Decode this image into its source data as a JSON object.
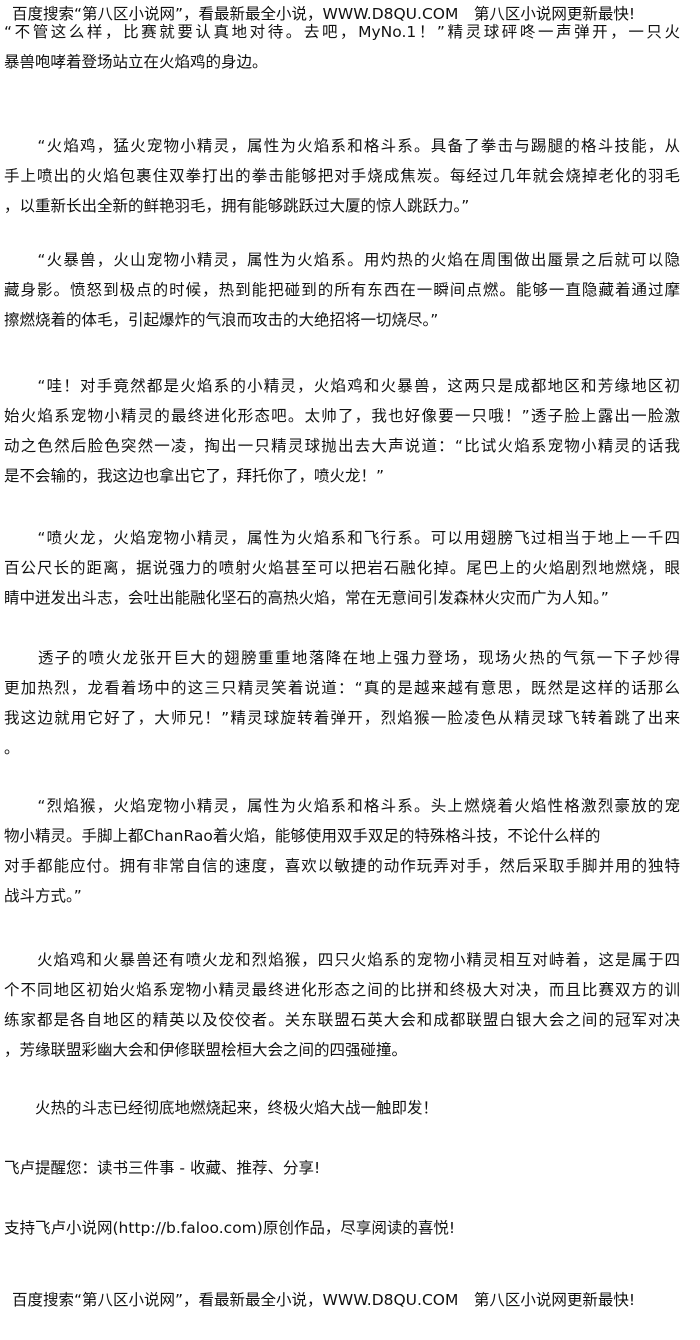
{
  "header_ad": "百度搜索“第八区小说网”，看最新最全小说，WWW.D8QU.COM　第八区小说网更新最快!",
  "paragraphs": [
    {
      "lines": [
        "“不管这么样，比赛就要认真地对待。去吧，MyNo.1！”精灵球砰咚一声弹开，一只火",
        "暴兽咆哮着登场站立在火焰鸡的身边。"
      ]
    },
    {
      "lines": [
        "　　“火焰鸡，猛火宠物小精灵，属性为火焰系和格斗系。具备了拳击与踢腿的格斗技能，从",
        "手上喷出的火焰包裹住双拳打出的拳击能够把对手烧成焦炭。每经过几年就会烧掉老化的羽毛",
        "，以重新长出全新的鲜艳羽毛，拥有能够跳跃过大厦的惊人跳跃力。”"
      ]
    },
    {
      "lines": [
        "　　“火暴兽，火山宠物小精灵，属性为火焰系。用灼热的火焰在周围做出蜃景之后就可以隐",
        "藏身影。愤怒到极点的时候，热到能把碰到的所有东西在一瞬间点燃。能够一直隐藏着通过摩",
        "擦燃烧着的体毛，引起爆炸的气浪而攻击的大绝招将一切烧尽。”"
      ]
    },
    {
      "lines": [
        "　　“哇！对手竟然都是火焰系的小精灵，火焰鸡和火暴兽，这两只是成都地区和芳缘地区初",
        "始火焰系宠物小精灵的最终进化形态吧。太帅了，我也好像要一只哦！”透子脸上露出一脸激",
        "动之色然后脸色突然一凌，掏出一只精灵球抛出去大声说道：“比试火焰系宠物小精灵的话我",
        "是不会输的，我这边也拿出它了，拜托你了，喷火龙！”"
      ]
    },
    {
      "lines": [
        "　　“喷火龙，火焰宠物小精灵，属性为火焰系和飞行系。可以用翅膀飞过相当于地上一千四",
        "百公尺长的距离，据说强力的喷射火焰甚至可以把岩石融化掉。尾巴上的火焰剧烈地燃烧，眼",
        "睛中迸发出斗志，会吐出能融化坚石的高热火焰，常在无意间引发森林火灾而广为人知。”"
      ]
    },
    {
      "lines": [
        "　　透子的喷火龙张开巨大的翅膀重重地落降在地上强力登场，现场火热的气氛一下子炒得",
        "更加热烈，龙看着场中的这三只精灵笑着说道：“真的是越来越有意思，既然是这样的话那么",
        "我这边就用它好了，大师兄！”精灵球旋转着弹开，烈焰猴一脸凌色从精灵球飞转着跳了出来",
        "。"
      ]
    },
    {
      "lines": [
        "　　“烈焰猴，火焰宠物小精灵，属性为火焰系和格斗系。头上燃烧着火焰性格激烈豪放的宠",
        "物小精灵。手脚上都ChanRao着火焰，能够使用双手双足的特殊格斗技，不论什么样的",
        "对手都能应付。拥有非常自信的速度，喜欢以敏捷的动作玩弄对手，然后采取手脚并用的独特",
        "战斗方式。”"
      ]
    },
    {
      "lines": [
        "　　火焰鸡和火暴兽还有喷火龙和烈焰猴，四只火焰系的宠物小精灵相互对峙着，这是属于四",
        "个不同地区初始火焰系宠物小精灵最终进化形态之间的比拼和终极大对决，而且比赛双方的训",
        "练家都是各自地区的精英以及佼佼者。关东联盟石英大会和成都联盟白银大会之间的冠军对决",
        "，芳缘联盟彩幽大会和伊修联盟桧桓大会之间的四强碰撞。"
      ]
    },
    {
      "lines": [
        "　　火热的斗志已经彻底地燃烧起来，终极火焰大战一触即发！"
      ]
    },
    {
      "lines": [
        "飞卢提醒您：读书三件事 - 收藏、推荐、分享!"
      ]
    },
    {
      "lines": [
        "支持飞卢小说网(http://b.faloo.com)原创作品，尽享阅读的喜悦!"
      ]
    }
  ],
  "footer_ad": "百度搜索“第八区小说网”，看最新最全小说，WWW.D8QU.COM　第八区小说网更新最快!"
}
